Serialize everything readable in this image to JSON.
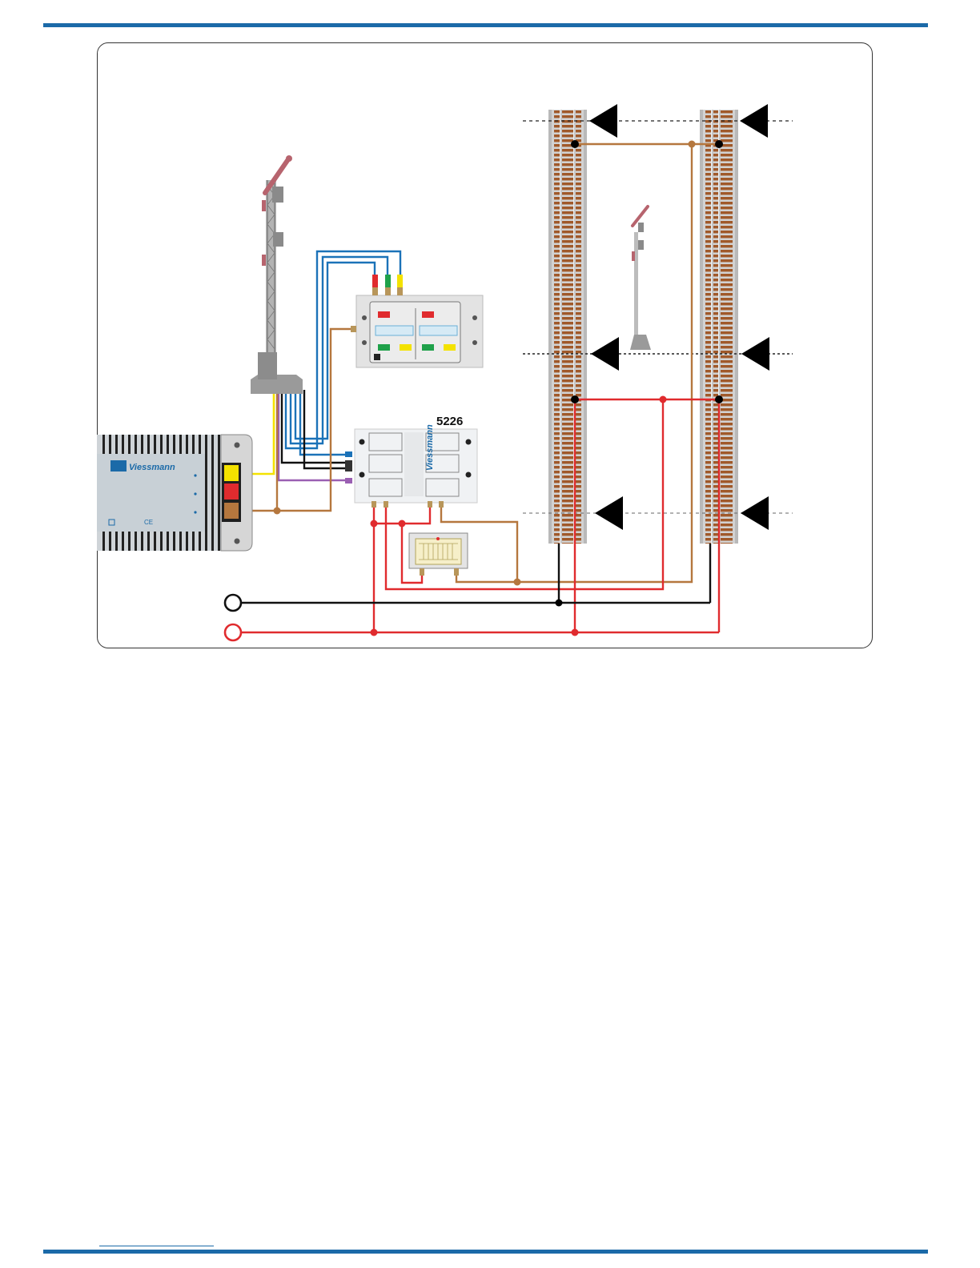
{
  "colors": {
    "accent_blue": "#1b6aa8",
    "wire_yellow": "#f4e200",
    "wire_red": "#e02b2e",
    "wire_brown": "#b5773e",
    "wire_black": "#111111",
    "wire_blue": "#1b72b8",
    "wire_purple": "#9a5fb2",
    "wire_green": "#1fa14a"
  },
  "diagram": {
    "decoder_label": "5226",
    "transformer_brand": "Viessmann",
    "transformer_marks": "CE"
  }
}
